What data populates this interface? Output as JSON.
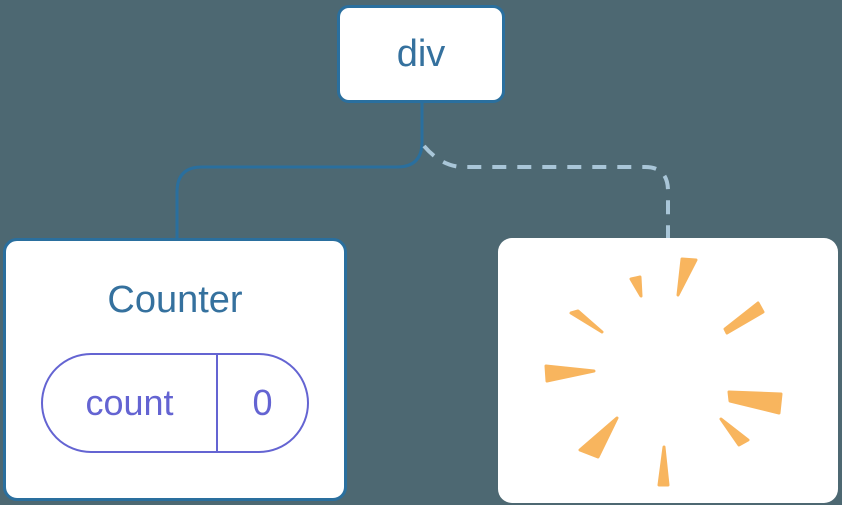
{
  "diagram": {
    "root_node": {
      "label": "div"
    },
    "counter_node": {
      "title": "Counter",
      "state": {
        "key": "count",
        "value": "0"
      }
    },
    "removed_node": {
      "effect": "poof-starburst"
    }
  },
  "colors": {
    "background": "#4d6872",
    "node_bg": "#ffffff",
    "node_border": "#2a6f9e",
    "node_text": "#35719e",
    "solid_link": "#2a6f9e",
    "dashed_link": "#a9c6d8",
    "state_accent": "#6464d2",
    "poof": "#f8b55e"
  }
}
